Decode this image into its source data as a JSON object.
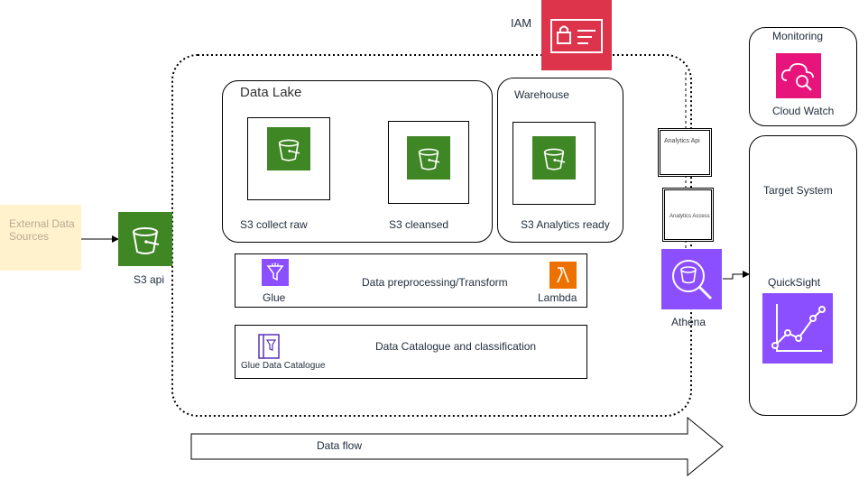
{
  "labels": {
    "external_sources": "External Data Sources",
    "s3_api": "S3 api",
    "iam": "IAM",
    "data_lake": "Data Lake",
    "s3_collect_raw": "S3 collect raw",
    "s3_cleansed": "S3 cleansed",
    "warehouse": "Warehouse",
    "s3_analytics_ready": "S3 Analytics ready",
    "glue": "Glue",
    "preprocessing": "Data preprocessing/Transform",
    "lambda": "Lambda",
    "glue_catalogue": "Glue Data Catalogue",
    "catalogue_classification": "Data Catalogue and classification",
    "analytics_api": "Analytics Api",
    "analytics_access": "Analytics Access",
    "athena": "Athena",
    "monitoring": "Monitoring",
    "cloud_watch": "Cloud Watch",
    "target_system": "Target System",
    "quicksight": "QuickSight",
    "data_flow": "Data flow"
  },
  "colors": {
    "s3_green": "#3F8624",
    "iam_red": "#DD344C",
    "analytics_purple": "#8C4FFF",
    "lambda_orange": "#ED7100",
    "cloudwatch_pink": "#E7157B",
    "external_bg": "#FFF2CC"
  },
  "icons": {
    "s3": "bucket-icon",
    "iam": "id-card-lock-icon",
    "glue": "funnel-icon",
    "lambda": "lambda-icon",
    "catalogue": "book-icon",
    "athena": "magnifier-bucket-icon",
    "cloudwatch": "cloud-magnifier-icon",
    "quicksight": "line-chart-icon"
  }
}
